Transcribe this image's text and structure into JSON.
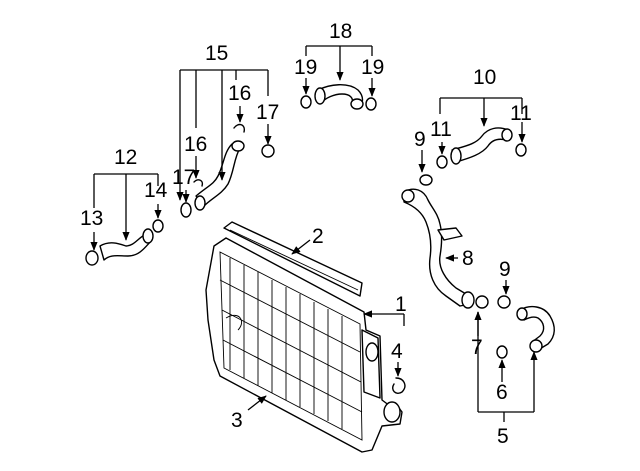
{
  "callouts": {
    "c1": "1",
    "c2": "2",
    "c3": "3",
    "c4": "4",
    "c5": "5",
    "c6": "6",
    "c7": "7",
    "c8": "8",
    "c9a": "9",
    "c9b": "9",
    "c10": "10",
    "c11a": "11",
    "c11b": "11",
    "c12": "12",
    "c13": "13",
    "c14": "14",
    "c15": "15",
    "c16a": "16",
    "c16b": "16",
    "c17a": "17",
    "c17b": "17",
    "c18": "18",
    "c19a": "19",
    "c19b": "19"
  }
}
